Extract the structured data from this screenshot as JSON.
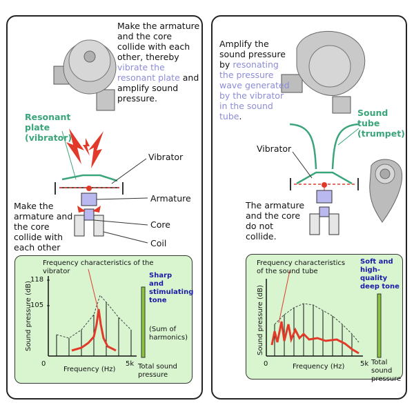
{
  "left": {
    "description_pre": "Make the armature and the core collide with each other, thereby ",
    "description_highlight": "vibrate the resonant plate",
    "description_post": " and amplify sound pressure.",
    "resonant_plate_label": "Resonant plate (vibrator)",
    "vibrator_label": "Vibrator",
    "armature_label": "Armature",
    "core_label": "Core",
    "coil_label": "Coil",
    "collide_note": "Make the armature and the core collide with each other",
    "chart": {
      "title": "Frequency characteristics of the vibrator",
      "tone_label": "Sharp and stimulating tone",
      "harmonics_note": "(Sum of harmonics)",
      "total_label": "Total sound pressure",
      "ylabel": "Sound pressure (dB)",
      "xlabel": "Frequency (Hz)",
      "y_tick_118": "118",
      "y_tick_105": "105",
      "x_tick_0": "0",
      "x_tick_5k": "5k"
    }
  },
  "right": {
    "description_pre": "Amplify the sound pressure by ",
    "description_highlight": "resonating the pressure wave generated by the vibrator in the sound tube",
    "description_post": ".",
    "sound_tube_label": "Sound tube (trumpet)",
    "vibrator_label": "Vibrator",
    "no_collide_note": "The armature and the core do not collide.",
    "chart": {
      "title": "Frequency characteristics of the sound tube",
      "tone_label": "Soft and high-quality deep tone",
      "total_label": "Total sound pressure",
      "ylabel": "Sound pressure (dB)",
      "xlabel": "Frequency (Hz)",
      "x_tick_0": "0",
      "x_tick_5k": "5k"
    }
  },
  "colors": {
    "accent_green": "#3aa57a",
    "highlight_purple": "#8c8cd8",
    "curve_red": "#e23a2a",
    "plot_bg": "#d8f5d0",
    "bar_green": "#8cc63f",
    "tone_blue": "#1a1aa8"
  },
  "icons": [
    "horn-left-icon",
    "horn-right-icon",
    "trumpet-spiral-icon",
    "sound-wave-icon"
  ]
}
